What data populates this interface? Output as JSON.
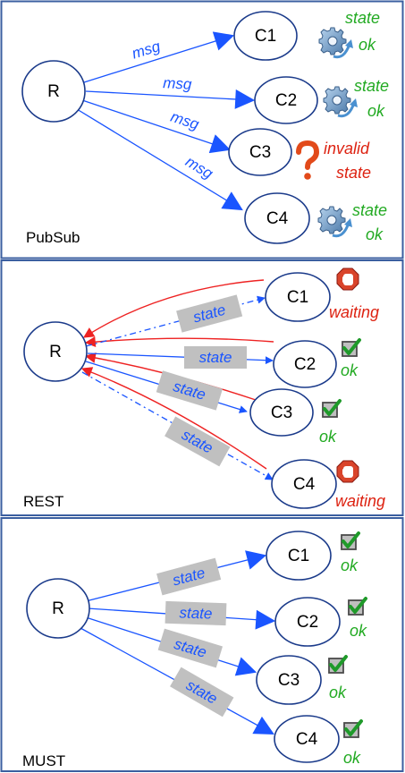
{
  "panels": [
    {
      "title": "PubSub",
      "hub": "R",
      "edge_label": "msg",
      "clients": [
        {
          "label": "C1",
          "status_icon": "gear-icon",
          "status_lines": [
            "state",
            "ok"
          ]
        },
        {
          "label": "C2",
          "status_icon": "gear-icon",
          "status_lines": [
            "state",
            "ok"
          ]
        },
        {
          "label": "C3",
          "status_icon": "question-icon",
          "status_lines": [
            "invalid",
            "state"
          ]
        },
        {
          "label": "C4",
          "status_icon": "gear-icon",
          "status_lines": [
            "state",
            "ok"
          ]
        }
      ]
    },
    {
      "title": "REST",
      "hub": "R",
      "edge_label": "state",
      "clients": [
        {
          "label": "C1",
          "status_icon": "stop-hand-icon",
          "status_lines": [
            "waiting"
          ]
        },
        {
          "label": "C2",
          "status_icon": "checkbox-icon",
          "status_lines": [
            "ok"
          ]
        },
        {
          "label": "C3",
          "status_icon": "checkbox-icon",
          "status_lines": [
            "ok"
          ]
        },
        {
          "label": "C4",
          "status_icon": "stop-hand-icon",
          "status_lines": [
            "waiting"
          ]
        }
      ]
    },
    {
      "title": "MUST",
      "hub": "R",
      "edge_label": "state",
      "clients": [
        {
          "label": "C1",
          "status_icon": "checkbox-icon",
          "status_lines": [
            "ok"
          ]
        },
        {
          "label": "C2",
          "status_icon": "checkbox-icon",
          "status_lines": [
            "ok"
          ]
        },
        {
          "label": "C3",
          "status_icon": "checkbox-icon",
          "status_lines": [
            "ok"
          ]
        },
        {
          "label": "C4",
          "status_icon": "checkbox-icon",
          "status_lines": [
            "ok"
          ]
        }
      ]
    }
  ],
  "colors": {
    "border": "#3b5fa0",
    "edge": "#1a55ff",
    "request": "#ee2222",
    "label_box": "#c0c0c0",
    "ok": "#22aa22",
    "error": "#dd2211"
  }
}
